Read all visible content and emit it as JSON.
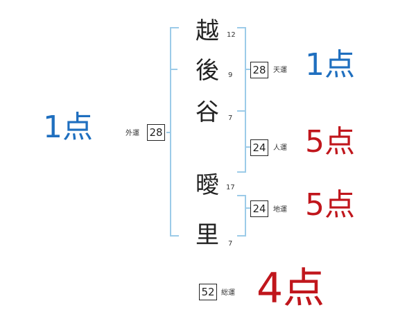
{
  "colors": {
    "bracket": "#9ccbe8",
    "good": "#1f6fbf",
    "bad": "#c0161c",
    "text": "#222222"
  },
  "name": {
    "chars": [
      {
        "char": "越",
        "strokes": "12"
      },
      {
        "char": "後",
        "strokes": "9"
      },
      {
        "char": "谷",
        "strokes": "7"
      },
      {
        "char": "曖",
        "strokes": "17"
      },
      {
        "char": "里",
        "strokes": "7"
      }
    ]
  },
  "fortunes": {
    "gaiun": {
      "label": "外運",
      "value": "28",
      "score": "1点",
      "color": "good"
    },
    "tenun": {
      "label": "天運",
      "value": "28",
      "score": "1点",
      "color": "good"
    },
    "jinun": {
      "label": "人運",
      "value": "24",
      "score": "5点",
      "color": "bad"
    },
    "chiun": {
      "label": "地運",
      "value": "24",
      "score": "5点",
      "color": "bad"
    },
    "souun": {
      "label": "総運",
      "value": "52",
      "score": "4点",
      "color": "bad"
    }
  }
}
